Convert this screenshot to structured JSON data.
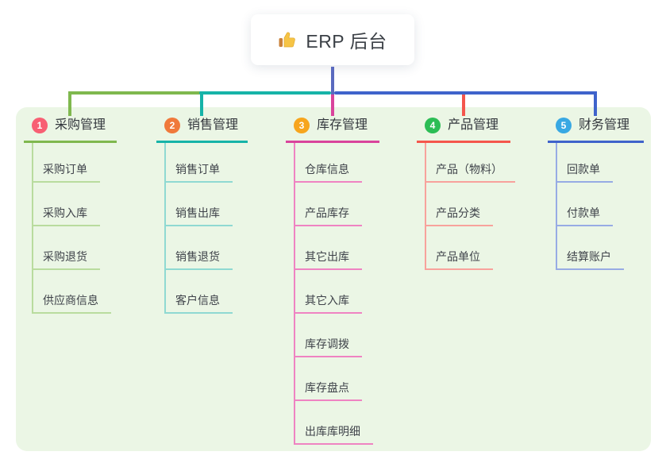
{
  "root": {
    "title": "ERP 后台",
    "icon": "thumbs-up-icon"
  },
  "branches": [
    {
      "index": "1",
      "label": "采购管理",
      "color": "#7fb84e",
      "light_color": "#b9dc9e",
      "badge_color": "#f85f73",
      "children": [
        "采购订单",
        "采购入库",
        "采购退货",
        "供应商信息"
      ]
    },
    {
      "index": "2",
      "label": "销售管理",
      "color": "#16b3a8",
      "light_color": "#8fd9d2",
      "badge_color": "#f0793b",
      "children": [
        "销售订单",
        "销售出库",
        "销售退货",
        "客户信息"
      ]
    },
    {
      "index": "3",
      "label": "库存管理",
      "color": "#d9449c",
      "light_color": "#ef83c2",
      "badge_color": "#f7a51d",
      "children": [
        "仓库信息",
        "产品库存",
        "其它出库",
        "其它入库",
        "库存调拨",
        "库存盘点",
        "出库库明细"
      ]
    },
    {
      "index": "4",
      "label": "产品管理",
      "color": "#f4564c",
      "light_color": "#f8a29c",
      "badge_color": "#2cbd55",
      "children": [
        "产品（物料）",
        "产品分类",
        "产品单位"
      ]
    },
    {
      "index": "5",
      "label": "财务管理",
      "color": "#3f63cb",
      "light_color": "#97abe4",
      "badge_color": "#38a8e3",
      "children": [
        "回款单",
        "付款单",
        "结算账户"
      ]
    }
  ],
  "colors": {
    "root_line": "#5a6abf",
    "panel_bg": "#ebf6e5",
    "root_text": "#3b4046",
    "child_text": "#3f434a"
  }
}
